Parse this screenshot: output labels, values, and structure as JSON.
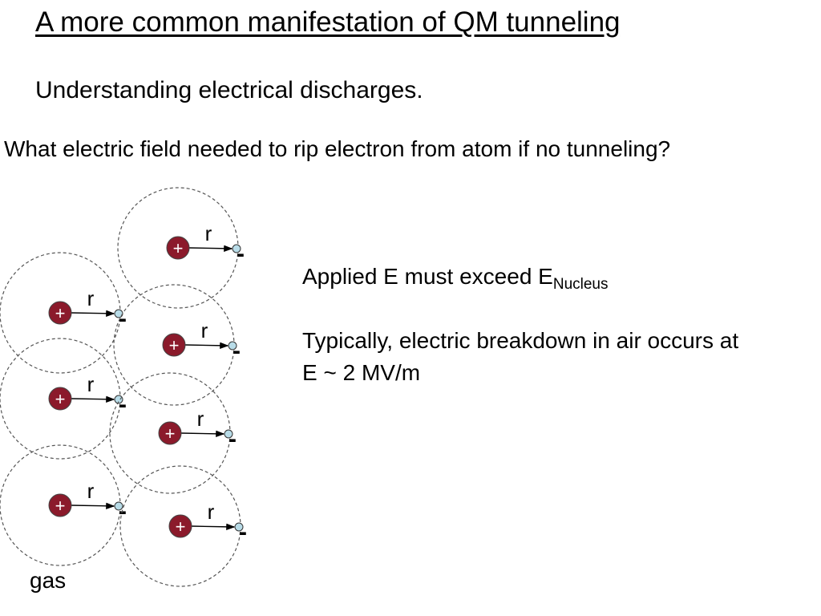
{
  "slide": {
    "title": "A more common manifestation of QM tunneling",
    "subtitle": "Understanding electrical discharges.",
    "question": "What electric field needed to rip electron from atom if no tunneling?",
    "applied_prefix": "Applied E must exceed E",
    "applied_subscript": "Nucleus",
    "breakdown_text": "Typically, electric breakdown in air occurs at E ~ 2 MV/m"
  },
  "diagram": {
    "nucleus_symbol": "+",
    "electron_symbol": "-",
    "radius_label": "r",
    "gas_label": "gas",
    "atom_count": 7,
    "colors": {
      "nucleus_fill": "#8b1a2b",
      "electron_fill": "#b8dce8",
      "orbit_stroke": "#555555"
    }
  }
}
